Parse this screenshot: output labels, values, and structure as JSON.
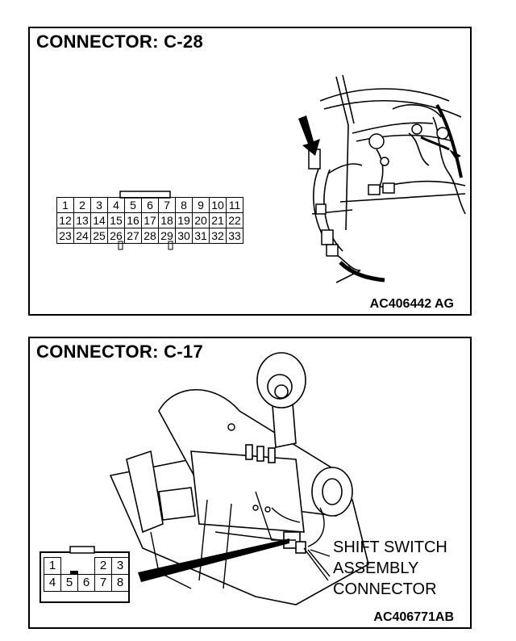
{
  "connector1": {
    "title": "CONNECTOR: C-28",
    "code": "AC406442 AG",
    "pin_rows": [
      [
        "1",
        "2",
        "3",
        "4",
        "5",
        "6",
        "7",
        "8",
        "9",
        "10",
        "11"
      ],
      [
        "12",
        "13",
        "14",
        "15",
        "16",
        "17",
        "18",
        "19",
        "20",
        "21",
        "22"
      ],
      [
        "23",
        "24",
        "25",
        "26",
        "27",
        "28",
        "29",
        "30",
        "31",
        "32",
        "33"
      ]
    ]
  },
  "connector2": {
    "title": "CONNECTOR: C-17",
    "code": "AC406771AB",
    "pin_rows": [
      [
        "1",
        "",
        "2",
        "3"
      ],
      [
        "4",
        "5",
        "6",
        "7",
        "8"
      ]
    ],
    "callout_lines": [
      "SHIFT SWITCH",
      "ASSEMBLY",
      "CONNECTOR"
    ]
  }
}
